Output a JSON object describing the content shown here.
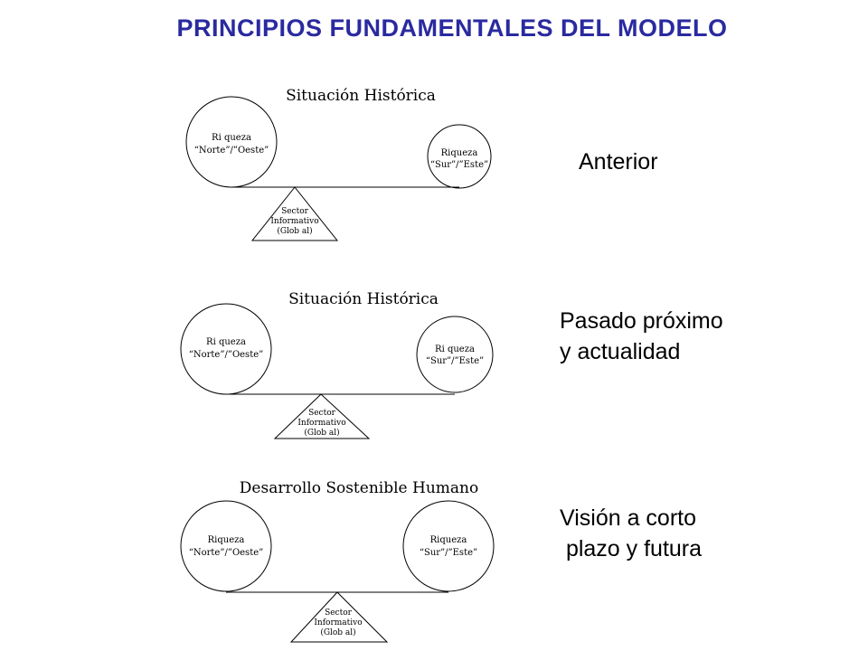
{
  "title": "PRINCIPIOS  FUNDAMENTALES DEL MODELO",
  "panels": [
    {
      "diagram_title": "Situación Histórica",
      "left_circle": [
        "Ri queza",
        "“Norte”/”Oeste”"
      ],
      "right_circle": [
        "Riqueza",
        "“Sur”/”Este”"
      ],
      "triangle": [
        "Sector",
        "Informativo",
        "(Glob al)"
      ],
      "caption": [
        "Anterior"
      ]
    },
    {
      "diagram_title": "Situación Histórica",
      "left_circle": [
        "Ri queza",
        "“Norte”/”Oeste”"
      ],
      "right_circle": [
        "Ri queza",
        "“Sur”/”Este”"
      ],
      "triangle": [
        "Sector",
        "Informativo",
        "(Glob al)"
      ],
      "caption": [
        "Pasado próximo",
        "y actualidad"
      ]
    },
    {
      "diagram_title": "Desarrollo Sostenible Humano",
      "left_circle": [
        "Riqueza",
        "“Norte”/”Oeste”"
      ],
      "right_circle": [
        "Riqueza",
        "“Sur”/”Este”"
      ],
      "triangle": [
        "Sector",
        "Informativo",
        "(Glob al)"
      ],
      "caption": [
        "Visión a corto",
        " plazo y futura"
      ]
    }
  ]
}
